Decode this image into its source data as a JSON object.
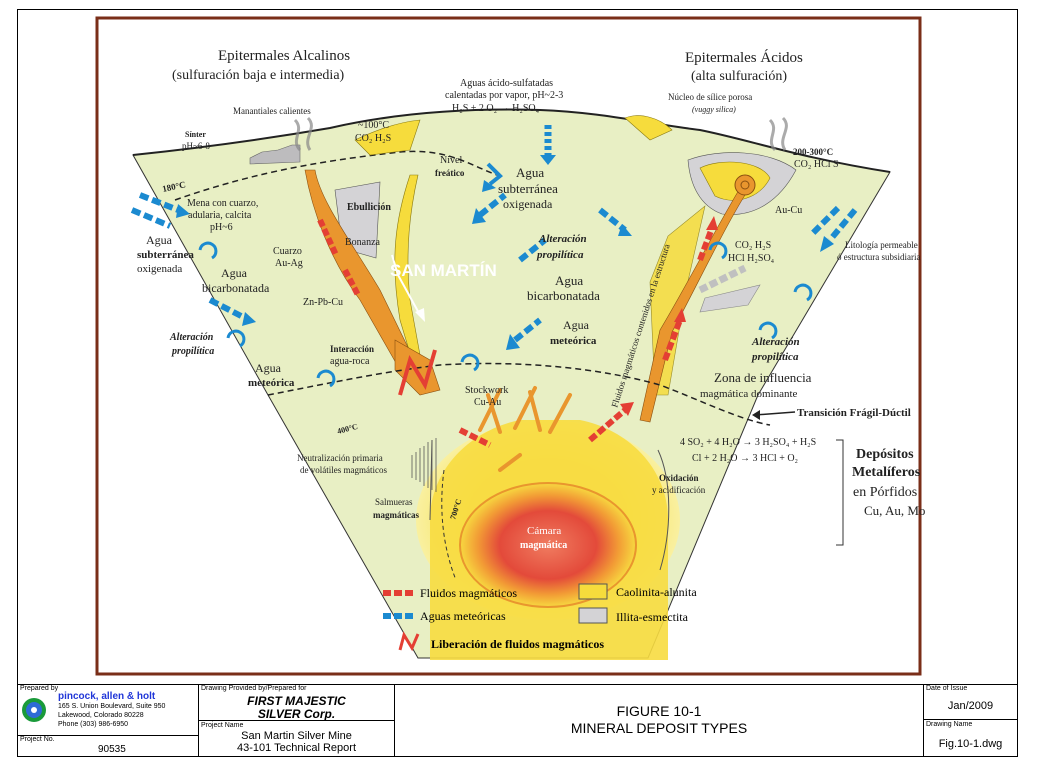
{
  "diagram": {
    "headings": {
      "left_line1": "Epitermales Alcalinos",
      "left_line2": "(sulfuración baja e intermedia)",
      "right_line1": "Epitermales Ácidos",
      "right_line2": "(alta sulfuración)"
    },
    "labels": {
      "aguas_acido_1": "Aguas ácido-sulfatadas",
      "aguas_acido_2": "calentadas por vapor, pH~2-3",
      "aguas_acido_3": "H₂S + 2 O₂ → H₂SO₄",
      "manantiales": "Manantiales calientes",
      "temp_100": "~100°C",
      "co2_h2s": "CO₂ H₂S",
      "sinter": "Sínter",
      "ph_6_8": "pH~6-8",
      "nucleo_1": "Núcleo de sílice porosa",
      "nucleo_2": "(vuggy silica)",
      "temp_200_300": "200-300°C",
      "co2_hcl_s": "CO₂ HCl S",
      "nivel_1": "Nivel",
      "nivel_2": "freático",
      "agua_sub_center_1": "Agua",
      "agua_sub_center_2": "subterránea",
      "agua_sub_center_3": "oxigenada",
      "temp_180": "180°C",
      "mena_1": "Mena con cuarzo,",
      "mena_2": "adularia, calcita",
      "mena_3": "pH~6",
      "ebullicion": "Ebullición",
      "bonanza": "Bonanza",
      "san_martin": "SAN MARTÍN",
      "agua_sub_left_1": "Agua",
      "agua_sub_left_2": "subterránea",
      "agua_sub_left_3": "oxigenada",
      "cuarzo_1": "Cuarzo",
      "cuarzo_2": "Au-Ag",
      "agua_bicarb_left_1": "Agua",
      "agua_bicarb_left_2": "bicarbonatada",
      "zn_pb_cu": "Zn-Pb-Cu",
      "alteracion_center_1": "Alteración",
      "alteracion_center_2": "propilítica",
      "agua_bicarb_center_1": "Agua",
      "agua_bicarb_center_2": "bicarbonatada",
      "fluidos_vertical": "Fluidos magmáticos contenidos en la estructura",
      "au_cu": "Au-Cu",
      "co2_h2s_right": "CO₂ H₂S",
      "hcl_h2so4": "HCl H₂SO₄",
      "litologia_1": "Litología permeable",
      "litologia_2": "ó estructura subsidiaria",
      "alteracion_left_1": "Alteración",
      "alteracion_left_2": "propilítica",
      "agua_met_left_1": "Agua",
      "agua_met_left_2": "meteórica",
      "interaccion_1": "Interacción",
      "interaccion_2": "agua-roca",
      "agua_met_center_1": "Agua",
      "agua_met_center_2": "meteórica",
      "alteracion_right_1": "Alteración",
      "alteracion_right_2": "propilítica",
      "zona_1": "Zona de influencia",
      "zona_2": "magmática dominante",
      "transicion": "Transición Frágil-Dúctil",
      "stockwork_1": "Stockwork",
      "stockwork_2": "Cu-Au",
      "temp_400": "400°C",
      "eq1": "4 SO₂ + 4 H₂O → 3 H₂SO₄ + H₂S",
      "eq2": "Cl + 2 H₂O → 3 HCl + O₂",
      "neutral_1": "Neutralización primaria",
      "neutral_2": "de volátiles magmáticos",
      "salmueras_1": "Salmueras",
      "salmueras_2": "magmáticas",
      "temp_700": "700°C",
      "oxidacion_1": "Oxidación",
      "oxidacion_2": "y acidificación",
      "camara_1": "Cámara",
      "camara_2": "magmática",
      "depositos_1": "Depósitos",
      "depositos_2": "Metalíferos",
      "depositos_3": "en Pórfidos",
      "depositos_4": "Cu, Au, Mo"
    },
    "legend": {
      "fluidos": "Fluidos magmáticos",
      "caolinita": "Caolinita-alunita",
      "aguas": "Aguas meteóricas",
      "illita": "Illita-esmectita",
      "liberacion": "Liberación de fluidos magmáticos"
    },
    "colors": {
      "frame": "#7a2e18",
      "rock": "#e8efc4",
      "yellow": "#f6dc3c",
      "orange": "#e9962e",
      "red": "#e43f34",
      "blue": "#1b8ad0",
      "gray": "#d4d3d6"
    }
  },
  "title_block": {
    "prepared_by_caption": "Prepared by",
    "company": "pincock, allen & holt",
    "address1": "165 S. Union Boulevard, Suite 950",
    "address2": "Lakewood, Colorado 80228",
    "phone": "Phone (303) 986-6950",
    "project_no_caption": "Project No.",
    "project_no": "90535",
    "drawing_provided_caption": "Drawing Provided by/Prepared for",
    "client1": "FIRST MAJESTIC",
    "client2": "SILVER Corp.",
    "project_name_caption": "Project Name",
    "project_name1": "San Martin Silver Mine",
    "project_name2": "43-101 Technical Report",
    "figure_title1": "FIGURE 10-1",
    "figure_title2": "MINERAL DEPOSIT TYPES",
    "date_caption": "Date of Issue",
    "date": "Jan/2009",
    "drawing_name_caption": "Drawing Name",
    "drawing_name": "Fig.10-1.dwg"
  }
}
